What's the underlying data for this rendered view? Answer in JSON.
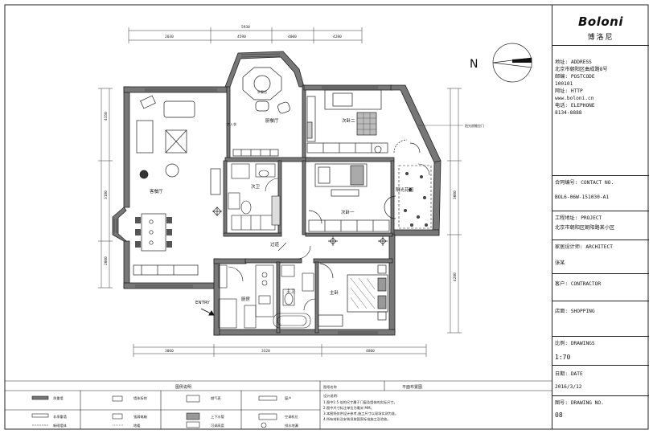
{
  "brand": {
    "name": "Boloni",
    "name_cn": "博洛尼"
  },
  "titleblock": {
    "address_label": "地址: ADDRESS",
    "address_value": "北京市朝阳区曲成路8号",
    "postcode_label": "邮编: POSTCODE",
    "postcode_value": "100101",
    "website_label": "网址: HTTP",
    "website_value": "www.boloni.cn",
    "phone_label": "电话: ELEPHONE",
    "phone_value": "8134-8888",
    "contract_label": "合同编号: CONTACT NO.",
    "contract_value": "BOL6-06W-151030-A1",
    "project_label": "工程地址: PROJECT",
    "project_value": "北京市朝阳区朝阳路某小区",
    "designer_label": "家居设计师: ARCHITECT",
    "designer_value": "张某",
    "client_label": "客户: CONTRACTOR",
    "shopping_label": "店面: SHOPPING",
    "scale_label": "比例: DRAWINGS",
    "scale_value": "1:70",
    "date_label": "日期: DATE",
    "date_value": "2016/3/12",
    "drawing_label": "图号: DRAWING NO.",
    "drawing_value": "08"
  },
  "north": {
    "letter": "N"
  },
  "rooms": {
    "dining": "厨餐厅",
    "bedroom2": "次卧二",
    "living": "客餐厅",
    "bath2": "次卫",
    "bedroom1": "次卧一",
    "garden": "阳光花园",
    "corridor": "过道",
    "kitchen": "厨房",
    "bath_master": "主卫",
    "master": "主卧",
    "entry": "ENTRY",
    "closet": "步入衣",
    "table": "早餐台"
  },
  "annotations": {
    "side_note": "阳光房推拉门"
  },
  "dims": {
    "top_total": "5930",
    "top_a": "2030",
    "top_b": "4590",
    "top_c": "4000",
    "top_d": "4280",
    "bottom_a": "3060",
    "bottom_b": "3320",
    "bottom_c": "4800",
    "left_a": "4350",
    "left_b": "3180",
    "left_c": "2000",
    "right_a": "3000",
    "right_b": "4280"
  },
  "legend": {
    "title": "图例说明",
    "items": [
      "承重墙",
      "非承重墙",
      "新砌墙体",
      "墙体拆除",
      "强弱电箱",
      "地暖",
      "燃气表",
      "上下水管",
      "可调高度",
      "窗户",
      "空调机位",
      "排水地漏"
    ]
  },
  "drawing": {
    "name_label": "图纸名称",
    "name_value": "平面布置图",
    "notes_title": "设计说明:",
    "notes": [
      "1.图中1:5 倍的尺寸属于门窗及墙体的实际尺寸。",
      "2.图中尺寸标注单位为毫米 MM。",
      "3.本图纸仅供设计参考,施工尺寸以现场实测为准。",
      "4.所有材料及安装须按国家标准施工及验收。"
    ]
  }
}
